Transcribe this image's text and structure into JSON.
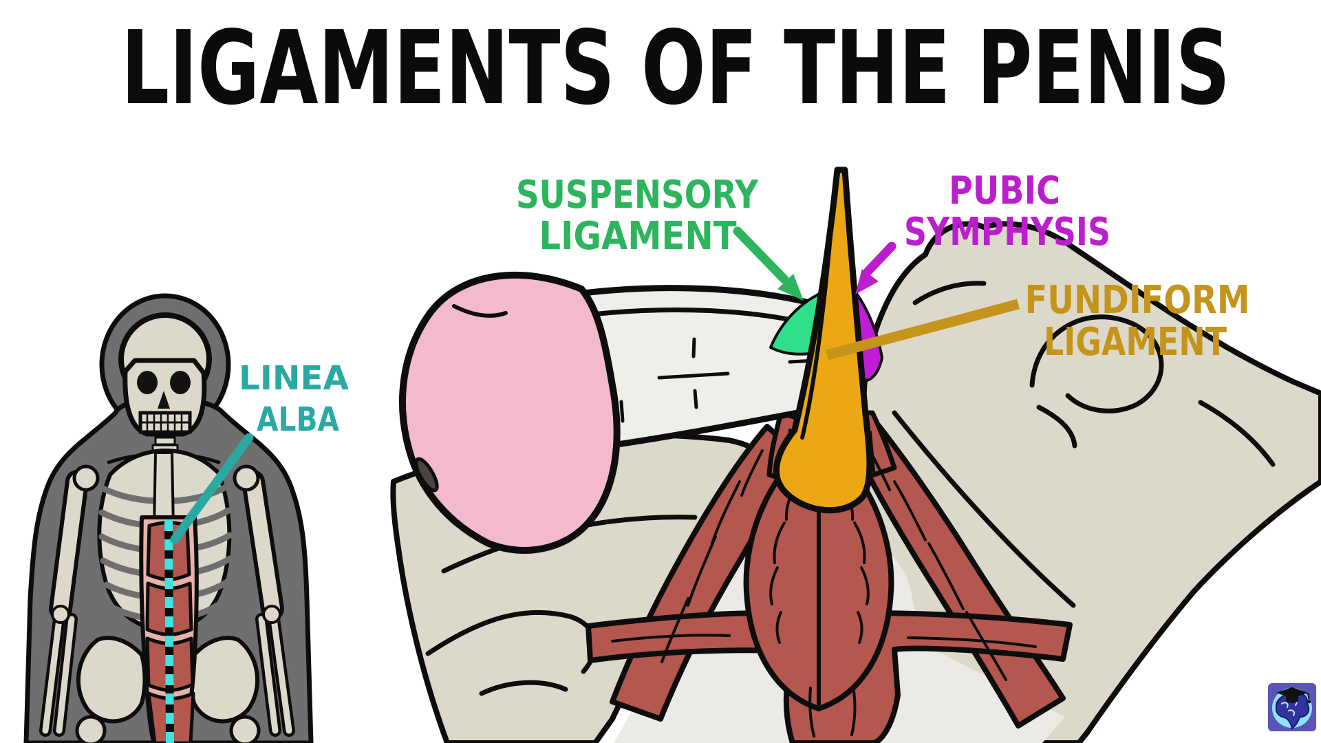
{
  "title": "LIGAMENTS OF THE PENIS",
  "labels": {
    "suspensory_ligament": {
      "line1": "SUSPENSORY",
      "line2": "LIGAMENT",
      "color": "#2db55e"
    },
    "pubic_symphysis": {
      "line1": "PUBIC",
      "line2": "SYMPHYSIS",
      "color": "#bd1ecd"
    },
    "fundiform_ligament": {
      "line1": "FUNDIFORM",
      "line2": "LIGAMENT",
      "color": "#c5941b"
    },
    "linea_alba": {
      "line1": "LINEA",
      "line2": "ALBA",
      "color": "#2aa9a3"
    }
  },
  "colors": {
    "background": "#ffffff",
    "title_text": "#0b0b0b",
    "bone": "#dcd9cb",
    "body_silhouette": "#6f6f6f",
    "muscle": "#b4574f",
    "muscle_light_border": "#e9b2aa",
    "penis_shaft": "#efeee9",
    "glans": "#f3bacb",
    "fundiform_gold": "#eba714",
    "suspensory_green": "#30df8a",
    "symphysis_magenta": "#bf1ed4",
    "linea_alba_cyan": "#3fe3e1",
    "outline": "#0d0d0d"
  },
  "logo": {
    "icon": "brain-graduation-cap-logo",
    "bg": "#5a55b9",
    "circle": "#8de4f6",
    "brain": "#3134a0"
  }
}
